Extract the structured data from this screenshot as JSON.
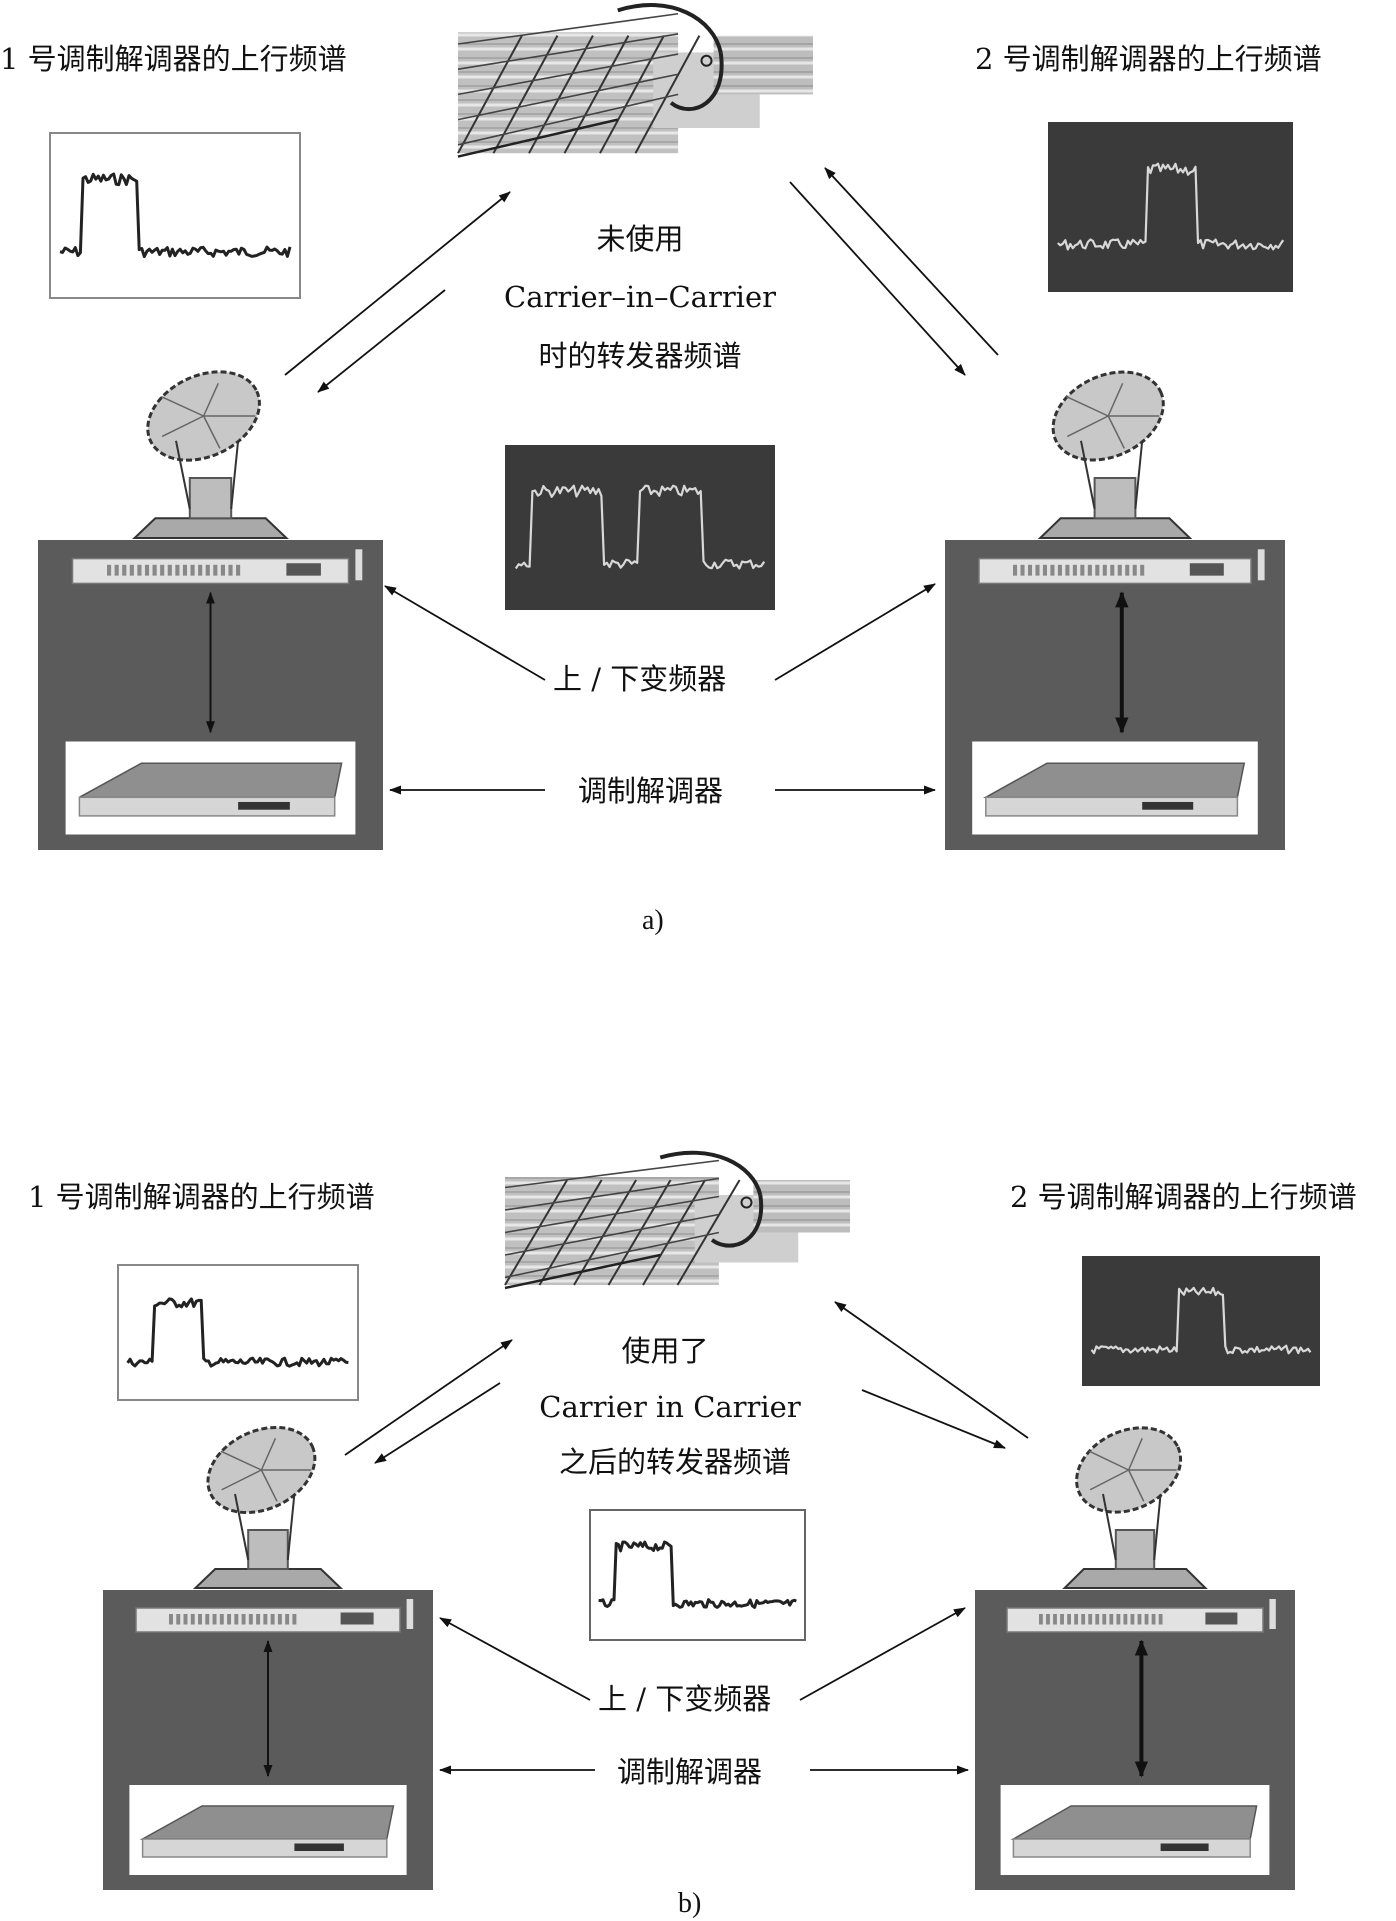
{
  "panel_a": {
    "left_label": "1 号调制解调器的上行频谱",
    "right_label": "2 号调制解调器的上行频谱",
    "center_lines": [
      "未使用",
      "Carrier–in–Carrier",
      "时的转发器频谱"
    ],
    "converter_label": "上 / 下变频器",
    "modem_label": "调制解调器",
    "caption": "a)"
  },
  "panel_b": {
    "left_label": "1 号调制解调器的上行频谱",
    "right_label": "2 号调制解调器的上行频谱",
    "center_lines": [
      "使用了",
      "Carrier in Carrier",
      "之后的转发器频谱"
    ],
    "converter_label": "上 / 下变频器",
    "modem_label": "调制解调器",
    "caption": "b)"
  },
  "icons": [
    "satellite-icon",
    "dish-antenna-icon",
    "converter-rack-icon",
    "modem-device-icon",
    "spectrum-display-icon"
  ],
  "colors": {
    "station_box": "#5b5b5b",
    "dark_screen": "#3a3a3a",
    "trace_dark": "#222222",
    "trace_light": "#d8d8d8",
    "line": "#111111"
  }
}
